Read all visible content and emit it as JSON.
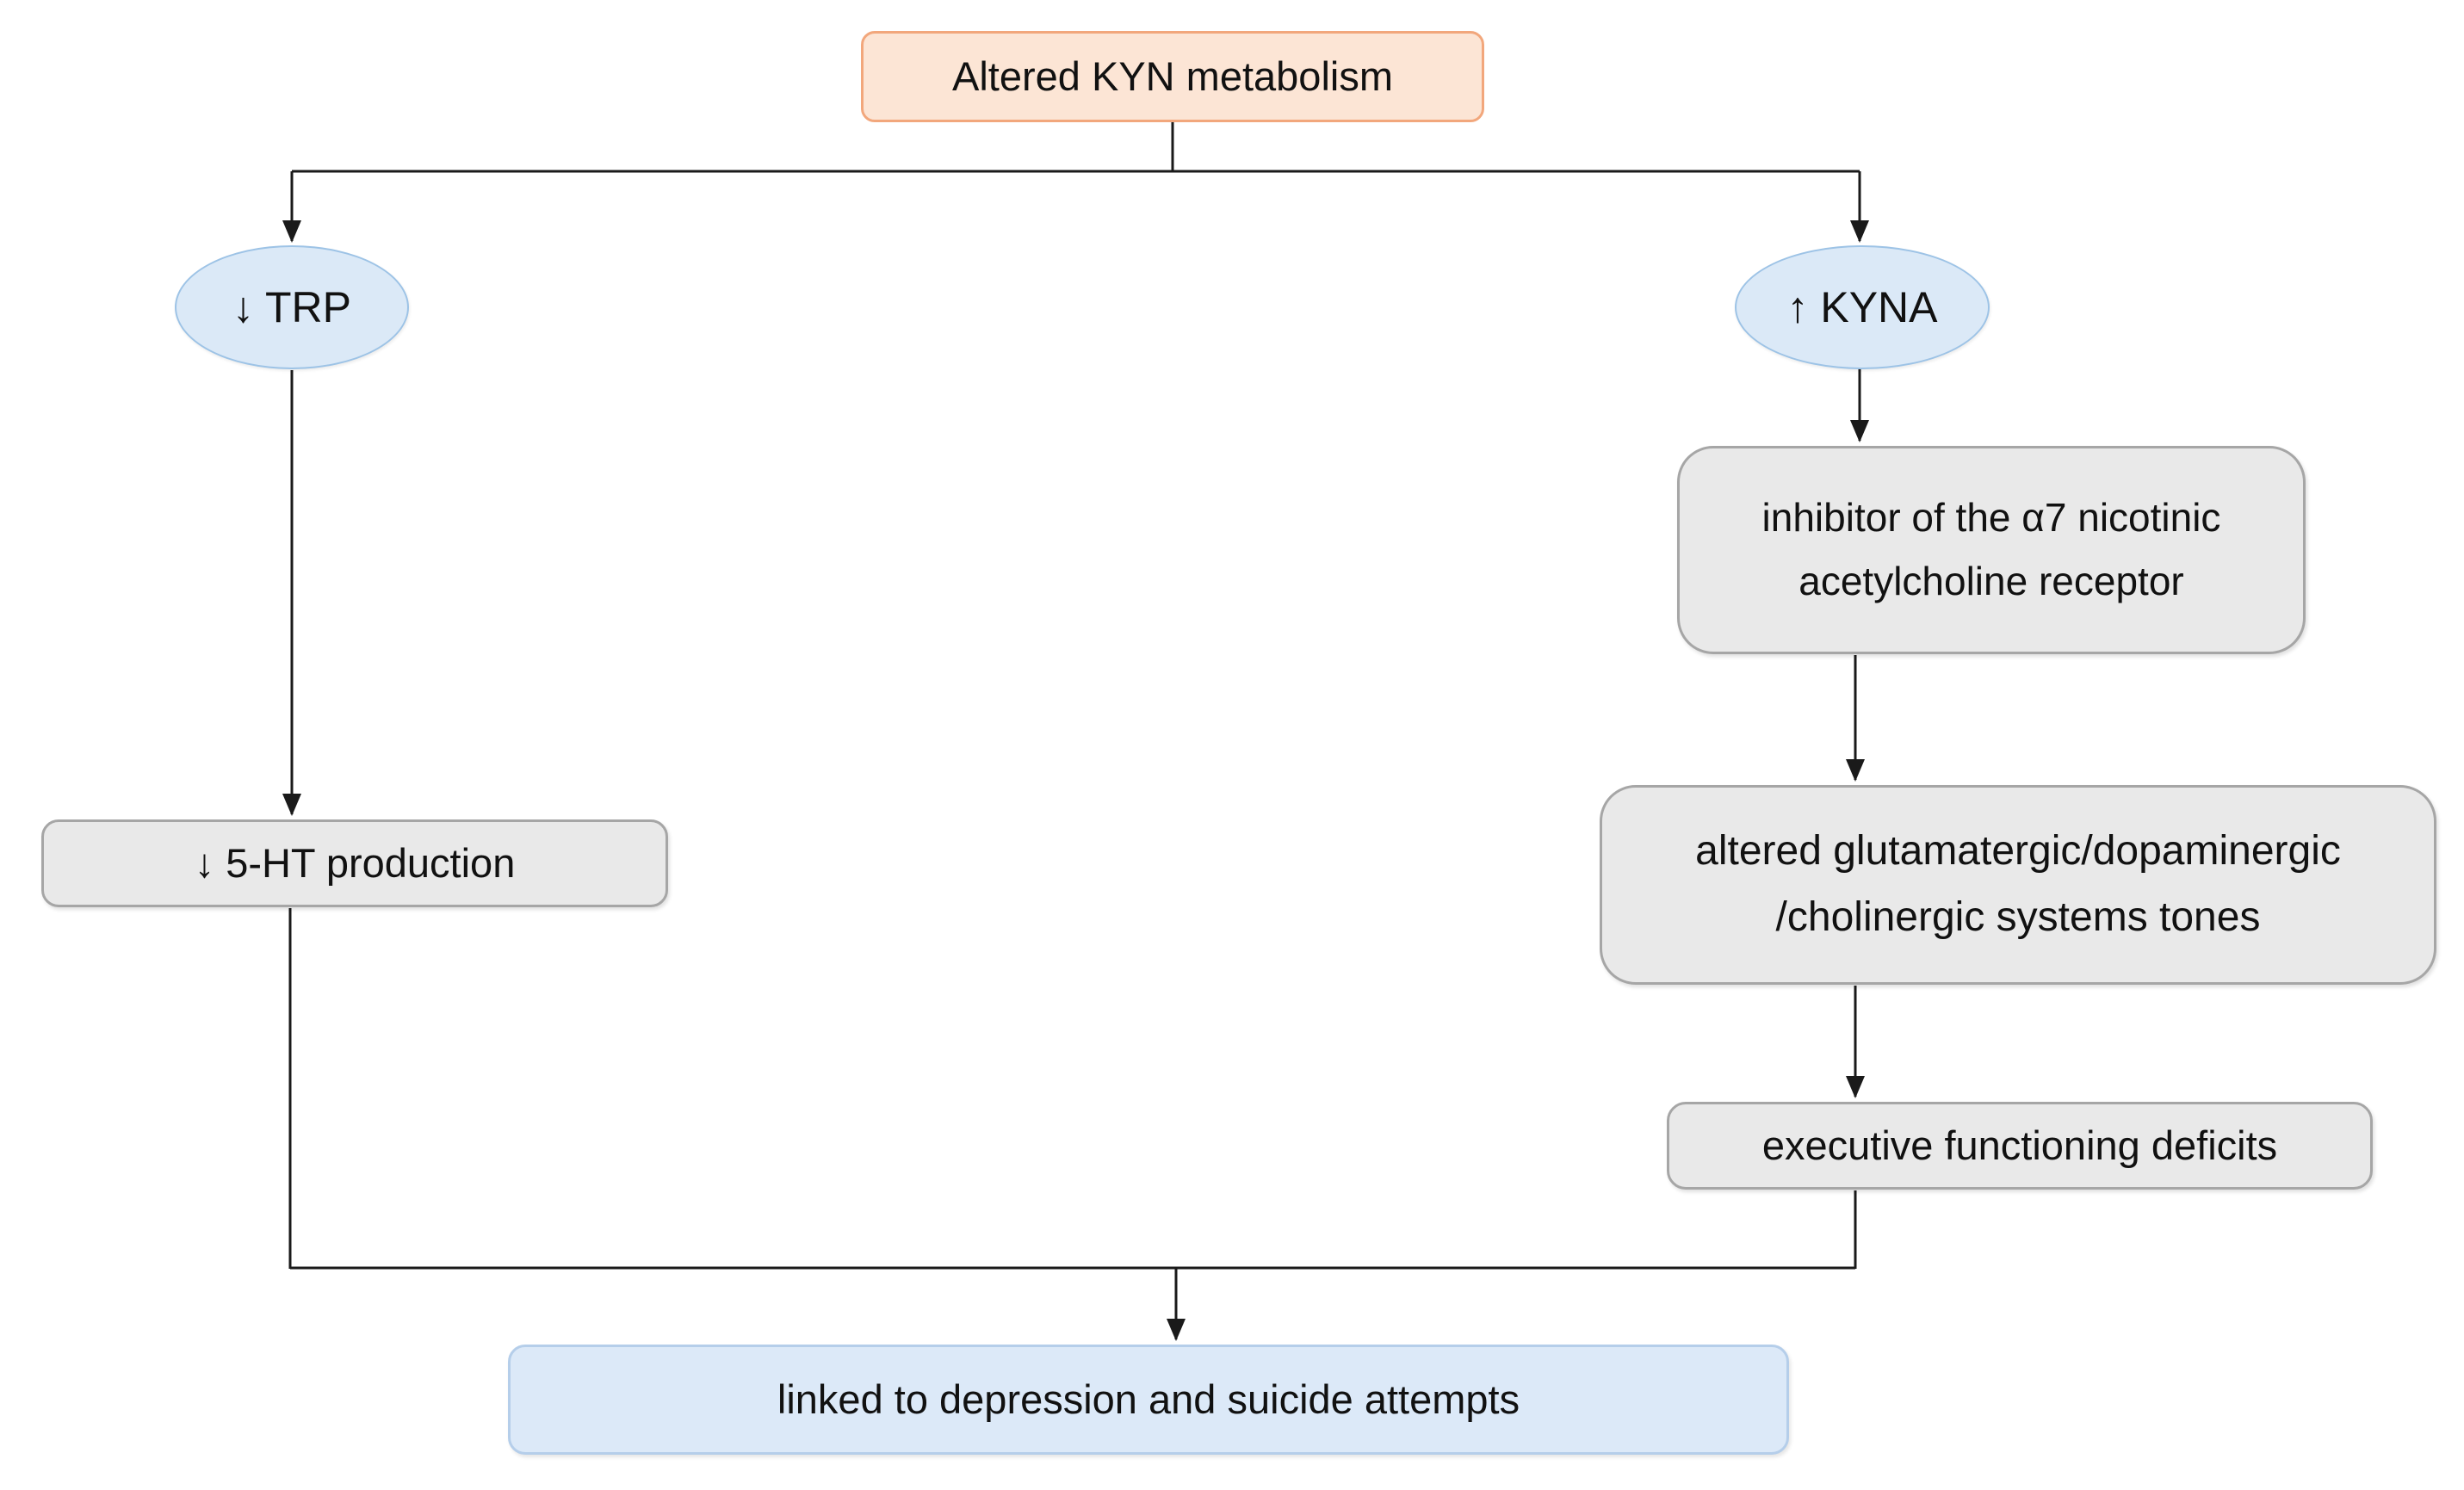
{
  "colors": {
    "canvas-bg": "#ffffff",
    "peach-fill": "#fce5d5",
    "peach-border": "#f2a77c",
    "blue-fill": "#dbe9f7",
    "blue-border": "#9dc3e6",
    "outcome-fill": "#dce9f8",
    "outcome-border": "#b5ceea",
    "gray-fill": "#e9e9e9",
    "gray-border": "#a6a6a6",
    "line-color": "#1a1a1a",
    "text-color": "#111111"
  },
  "diagram": {
    "root": {
      "label": "Altered KYN metabolism"
    },
    "trp": {
      "label": "↓ TRP"
    },
    "kyna": {
      "label": "↑ KYNA"
    },
    "inhibitor": {
      "line1": "inhibitor of the α7 nicotinic",
      "line2": "acetylcholine receptor"
    },
    "systems": {
      "line1": "altered glutamatergic/dopaminergic",
      "line2": "/cholinergic systems tones"
    },
    "executive": {
      "label": "executive functioning deficits"
    },
    "serotonin": {
      "label": "↓ 5-HT production"
    },
    "outcome": {
      "label": "linked to depression and suicide attempts"
    }
  }
}
